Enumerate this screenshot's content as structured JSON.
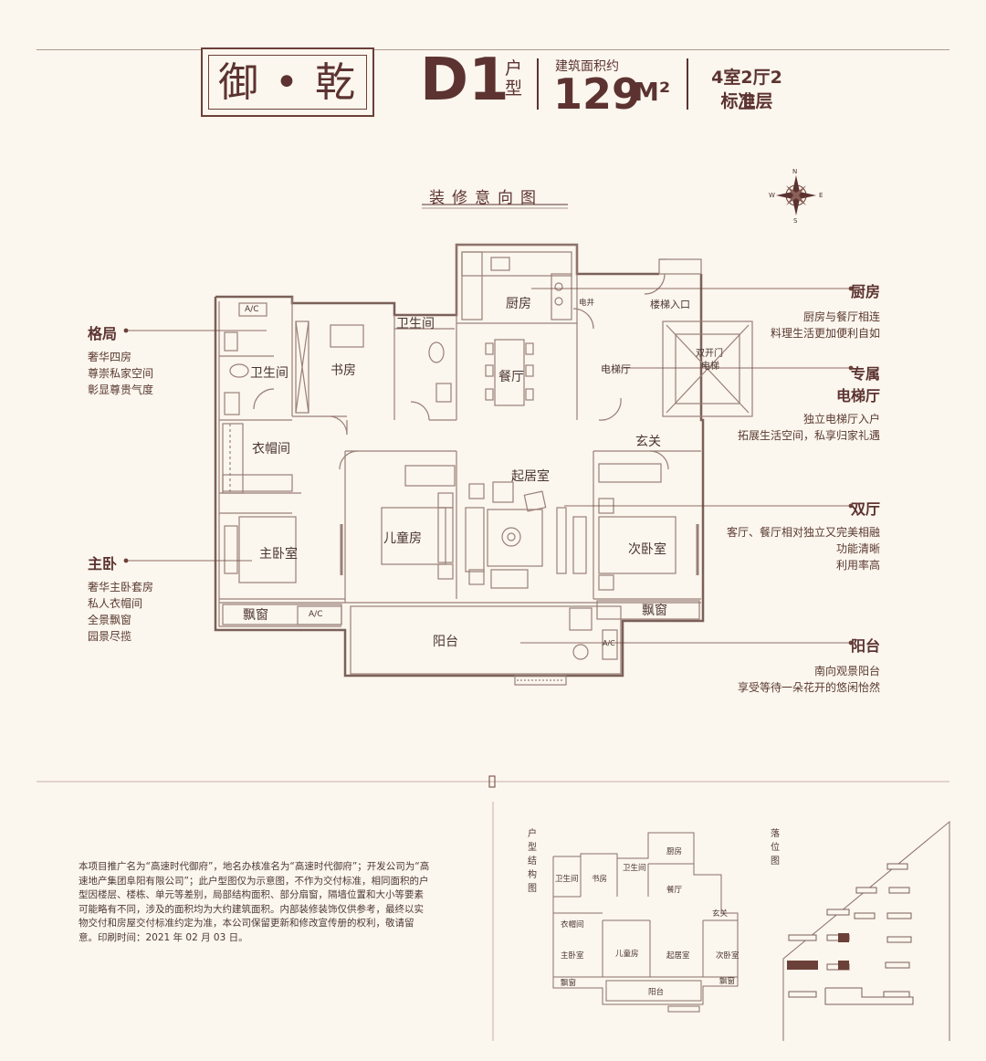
{
  "header": {
    "brand": "御 • 乾",
    "type_code": "D1",
    "type_label": "户型",
    "area_label": "建筑面积约",
    "area_value": "129",
    "area_unit": "M²",
    "layout": "4室2厅2卫",
    "floor": "标准层"
  },
  "subtitle": "装修意向图",
  "compass": {
    "n": "N",
    "s": "S",
    "e": "E",
    "w": "W"
  },
  "rooms": {
    "kitchen": "厨房",
    "elec_shaft": "电井",
    "stair_entry": "楼梯入口",
    "bath_top": "卫生间",
    "dining": "餐厅",
    "double_elevator": "双开门",
    "elevator": "电梯",
    "elevator_hall": "电梯厅",
    "bath_left": "卫生间",
    "study": "书房",
    "closet": "衣帽间",
    "foyer": "玄关",
    "living": "起居室",
    "kids": "儿童房",
    "second_bed": "次卧室",
    "master_bed": "主卧室",
    "bay_left": "飘窗",
    "bay_right": "飘窗",
    "balcony": "阳台",
    "ac_top": "A/C",
    "ac_bottom": "A/C",
    "ac_right": "A/C"
  },
  "callouts": {
    "layout": {
      "title": "格局",
      "lines": [
        "奢华四房",
        "尊崇私家空间",
        "彰显尊贵气度"
      ]
    },
    "master": {
      "title": "主卧",
      "lines": [
        "奢华主卧套房",
        "私人衣帽间",
        "全景飘窗",
        "园景尽揽"
      ]
    },
    "kitchen": {
      "title": "厨房",
      "lines": [
        "厨房与餐厅相连",
        "料理生活更加便利自如"
      ]
    },
    "elevator": {
      "title": "专属",
      "title2": "电梯厅",
      "lines": [
        "独立电梯厅入户",
        "拓展生活空间，私享归家礼遇"
      ]
    },
    "halls": {
      "title": "双厅",
      "lines": [
        "客厅、餐厅相对独立又完美相融",
        "功能清晰",
        "利用率高"
      ]
    },
    "balcony": {
      "title": "阳台",
      "lines": [
        "南向观景阳台",
        "享受等待一朵花开的悠闲怡然"
      ]
    }
  },
  "disclaimer": "本项目推广名为“高速时代御府”，地名办核准名为“高速时代御府”；开发公司为“高速地产集团阜阳有限公司”；此户型图仅为示意图，不作为交付标准，相同面积的户型因楼层、楼栋、单元等差别，局部结构面积、部分扇窗，隔墙位置和大小等要素可能略有不同，涉及的面积均为大约建筑面积。内部装修装饰仅供参考，最终以实物交付和房屋交付标准约定为准，本公司保留更新和修改宣传册的权利，敬请留意。印刷时间：2021 年 02 月 03 日。",
  "structure_label": "户型结构图",
  "site_label": "落位图",
  "mini_rooms": {
    "kitchen": "厨房",
    "bath_top": "卫生间",
    "study": "书房",
    "bath_left": "卫生间",
    "dining": "餐厅",
    "foyer": "玄关",
    "closet": "衣帽间",
    "master": "主卧室",
    "kids": "儿童房",
    "living": "起居室",
    "second": "次卧室",
    "bay_left": "飘窗",
    "bay_right": "飘窗",
    "balcony": "阳台"
  },
  "colors": {
    "accent": "#5c3330",
    "line": "#8a7068",
    "bg": "#fbf6ee"
  }
}
